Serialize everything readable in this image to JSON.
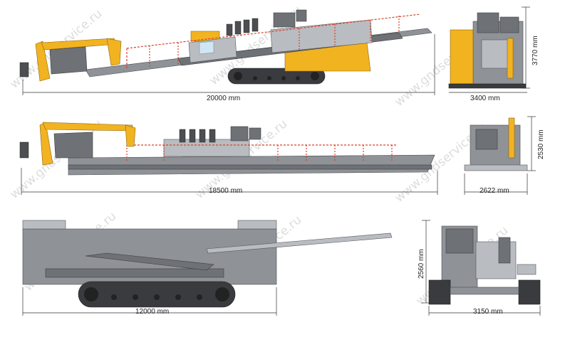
{
  "watermark": "www.gndservice.ru",
  "views": {
    "top_side": {
      "length_label": "20000 mm"
    },
    "top_front": {
      "width_label": "3400 mm",
      "height_label": "3770 mm"
    },
    "mid_side": {
      "length_label": "18500 mm"
    },
    "mid_front": {
      "width_label": "2622 mm",
      "height_label": "2530 mm"
    },
    "bottom_side": {
      "length_label": "12000 mm"
    },
    "bottom_front": {
      "width_label": "3150 mm",
      "height_label": "2560 mm"
    }
  },
  "colors": {
    "machine_body": "#8f9296",
    "accent_yellow": "#f2b321",
    "safety_rail": "#d9412b",
    "track": "#3a3b3e"
  }
}
